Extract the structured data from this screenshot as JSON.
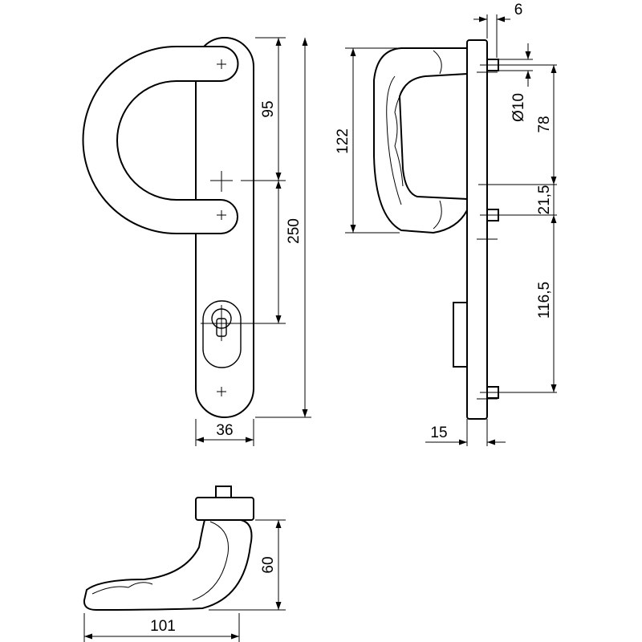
{
  "dimensions": {
    "front_width": "36",
    "front_total_height": "250",
    "front_top_spacing": "95",
    "front_lower_spacing": "250",
    "side_handle_height": "122",
    "side_plate_offset": "6",
    "side_bolt_diameter": "Ø10",
    "side_upper_spacing": "78",
    "side_mid_spacing": "21,5",
    "side_lower_spacing": "116,5",
    "side_depth": "15",
    "bottom_projection": "101",
    "bottom_height": "60"
  }
}
